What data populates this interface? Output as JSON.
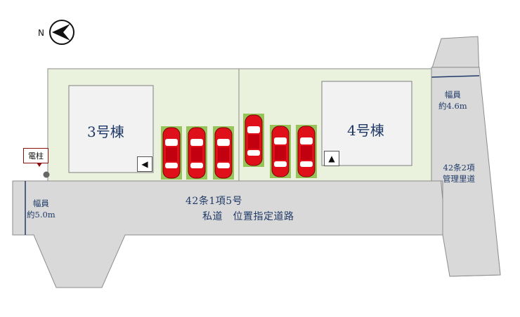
{
  "compass": {
    "north_letter": "N",
    "icon": "north-arrow-icon"
  },
  "buildings": [
    {
      "label": "3号棟"
    },
    {
      "label": "4号棟"
    }
  ],
  "utility_pole": {
    "label": "電柱"
  },
  "main_road": {
    "line1": "42条1項5号",
    "line2": "私道　位置指定道路",
    "width_title": "幅員",
    "width_value": "約5.0m"
  },
  "side_road": {
    "width_title": "幅員",
    "width_value": "約4.6m",
    "type_line1": "42条2項",
    "type_line2": "管理里道"
  },
  "parking": {
    "lot3_cars": 3,
    "lot4_cars": 3
  },
  "entrance_markers": [
    {
      "icon": "triangle-left-icon",
      "glyph": "◀"
    },
    {
      "icon": "triangle-up-icon",
      "glyph": "▲"
    }
  ],
  "colors": {
    "lot_fill": "#eaf1dd",
    "road_fill": "#d9d9d9",
    "building_fill": "#f2f2f2",
    "car_body": "#e0101b",
    "car_pad": "#97c45a",
    "text": "#1f3a68"
  }
}
